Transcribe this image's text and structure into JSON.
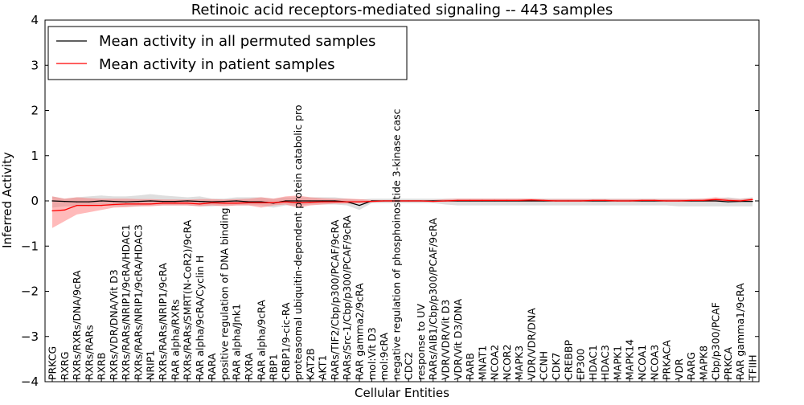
{
  "chart_data": {
    "type": "line",
    "title": "Retinoic acid receptors-mediated signaling -- 443 samples",
    "xlabel": "Cellular Entities",
    "ylabel": "Inferred Activity",
    "ylim": [
      -4,
      4
    ],
    "yticks": [
      "−4",
      "−3",
      "−2",
      "−1",
      "0",
      "1",
      "2",
      "3",
      "4"
    ],
    "grid": false,
    "legend_placement": "top-left",
    "categories": [
      "PRKCG",
      "RXRG",
      "RXRs/RXRs/DNA/9cRA",
      "RXRs/RARs",
      "RXRB",
      "RXRs/VDR/DNA/Vit D3",
      "RXRs/RARs/NRIP1/9cRA/HDAC1",
      "RXRs/RARs/NRIP1/9cRA/HDAC3",
      "NRIP1",
      "RXRs/RARs/NRIP1/9cRA",
      "RAR alpha/RXRs",
      "RXRs/RARs/SMRT(N-CoR2)/9cRA",
      "RAR alpha/9cRA/Cyclin H",
      "RARA",
      "positive regulation of DNA binding",
      "RAR alpha/Jnk1",
      "RXRA",
      "RAR alpha/9cRA",
      "RBP1",
      "CRBP1/9-cic-RA",
      "proteasomal ubiquitin-dependent protein catabolic pro",
      "KAT2B",
      "AKT1",
      "RARs/TIF2/Cbp/p300/PCAF/9cRA",
      "RARs/Src-1/Cbp/p300/PCAF/9cRA",
      "RAR gamma2/9cRA",
      "mol:Vit D3",
      "mol:9cRA",
      "negative regulation of phosphoinositide 3-kinase casc",
      "CDC2",
      "response to UV",
      "RARs/AIB1/Cbp/p300/PCAF/9cRA",
      "VDR/VDR/Vit D3",
      "VDR/Vit D3/DNA",
      "RARB",
      "MNAT1",
      "NCOA2",
      "NCOR2",
      "MAPK3",
      "VDR/VDR/DNA",
      "CCNH",
      "CDK7",
      "CREBBP",
      "EP300",
      "HDAC1",
      "HDAC3",
      "MAPK1",
      "MAPK14",
      "NCOA1",
      "NCOA3",
      "PRKACA",
      "VDR",
      "RARG",
      "MAPK8",
      "Cbp/p300/PCAF",
      "PRKCA",
      "RAR gamma1/9cRA",
      "TFIIH"
    ],
    "series": [
      {
        "name": "Mean activity in all permuted samples",
        "color": "#000000",
        "values": [
          0.0,
          -0.01,
          -0.02,
          -0.02,
          0.0,
          -0.01,
          -0.02,
          -0.01,
          0.0,
          -0.01,
          -0.01,
          0.0,
          -0.01,
          -0.02,
          -0.01,
          0.0,
          -0.02,
          -0.02,
          -0.05,
          0.0,
          0.0,
          0.0,
          0.0,
          0.0,
          -0.02,
          -0.1,
          0.0,
          0.0,
          0.0,
          0.0,
          0.0,
          0.0,
          0.0,
          0.0,
          0.0,
          0.0,
          0.0,
          0.0,
          0.0,
          0.0,
          0.0,
          0.0,
          0.0,
          0.0,
          0.0,
          0.0,
          0.0,
          0.0,
          0.0,
          0.0,
          0.0,
          0.0,
          0.0,
          0.0,
          0.0,
          -0.02,
          -0.01,
          -0.01
        ],
        "band_low": [
          -0.15,
          -0.12,
          -0.12,
          -0.12,
          -0.1,
          -0.12,
          -0.12,
          -0.12,
          -0.1,
          -0.1,
          -0.1,
          -0.1,
          -0.12,
          -0.12,
          -0.1,
          -0.1,
          -0.1,
          -0.1,
          -0.15,
          -0.1,
          -0.1,
          -0.08,
          -0.08,
          -0.08,
          -0.1,
          -0.2,
          -0.05,
          -0.05,
          -0.05,
          -0.05,
          -0.05,
          -0.05,
          -0.08,
          -0.1,
          -0.1,
          -0.1,
          -0.1,
          -0.1,
          -0.1,
          -0.1,
          -0.1,
          -0.1,
          -0.1,
          -0.1,
          -0.1,
          -0.1,
          -0.1,
          -0.1,
          -0.1,
          -0.1,
          -0.1,
          -0.12,
          -0.12,
          -0.12,
          -0.12,
          -0.12,
          -0.12,
          -0.12
        ],
        "band_high": [
          0.1,
          0.05,
          0.08,
          0.1,
          0.12,
          0.1,
          0.1,
          0.12,
          0.15,
          0.12,
          0.1,
          0.08,
          0.1,
          0.05,
          0.05,
          0.08,
          0.08,
          0.08,
          0.05,
          0.08,
          0.08,
          0.08,
          0.08,
          0.08,
          0.05,
          0.03,
          0.05,
          0.05,
          0.05,
          0.05,
          0.05,
          0.05,
          0.05,
          0.05,
          0.05,
          0.05,
          0.05,
          0.05,
          0.05,
          0.05,
          0.05,
          0.05,
          0.05,
          0.05,
          0.05,
          0.05,
          0.05,
          0.05,
          0.05,
          0.05,
          0.05,
          0.05,
          0.05,
          0.05,
          0.05,
          0.08,
          0.05,
          0.08
        ]
      },
      {
        "name": "Mean activity in patient samples",
        "color": "#ff0000",
        "values": [
          -0.22,
          -0.2,
          -0.1,
          -0.1,
          -0.1,
          -0.08,
          -0.07,
          -0.07,
          -0.07,
          -0.05,
          -0.05,
          -0.05,
          -0.07,
          -0.04,
          -0.05,
          -0.05,
          -0.04,
          -0.04,
          -0.04,
          -0.02,
          -0.04,
          -0.03,
          -0.02,
          -0.02,
          -0.02,
          -0.02,
          -0.01,
          0.0,
          0.0,
          0.0,
          0.0,
          -0.01,
          0.0,
          0.01,
          0.01,
          0.01,
          0.01,
          0.01,
          0.01,
          0.02,
          0.01,
          0.0,
          0.0,
          0.0,
          0.01,
          0.01,
          0.0,
          0.0,
          0.01,
          0.01,
          0.0,
          0.0,
          0.01,
          0.01,
          0.03,
          0.01,
          0.0,
          0.03
        ],
        "band_low": [
          -0.6,
          -0.45,
          -0.3,
          -0.25,
          -0.2,
          -0.15,
          -0.14,
          -0.12,
          -0.12,
          -0.1,
          -0.1,
          -0.1,
          -0.12,
          -0.1,
          -0.12,
          -0.1,
          -0.1,
          -0.15,
          -0.1,
          -0.08,
          -0.15,
          -0.1,
          -0.08,
          -0.06,
          -0.06,
          -0.05,
          -0.03,
          -0.02,
          -0.02,
          -0.02,
          -0.02,
          -0.02,
          -0.02,
          -0.02,
          -0.02,
          -0.02,
          -0.02,
          -0.02,
          -0.02,
          -0.02,
          -0.02,
          -0.02,
          -0.02,
          -0.02,
          -0.02,
          -0.02,
          -0.02,
          -0.02,
          -0.02,
          -0.02,
          -0.02,
          -0.02,
          -0.02,
          -0.02,
          -0.02,
          -0.02,
          -0.02,
          -0.01
        ],
        "band_high": [
          0.1,
          0.05,
          0.08,
          0.06,
          0.05,
          0.05,
          0.05,
          0.04,
          0.04,
          0.03,
          0.03,
          0.03,
          0.04,
          0.04,
          0.03,
          0.04,
          0.05,
          0.08,
          0.05,
          0.1,
          0.12,
          0.08,
          0.06,
          0.05,
          0.05,
          0.04,
          0.02,
          0.02,
          0.02,
          0.02,
          0.02,
          0.02,
          0.04,
          0.05,
          0.05,
          0.05,
          0.05,
          0.05,
          0.05,
          0.05,
          0.04,
          0.04,
          0.04,
          0.04,
          0.04,
          0.04,
          0.04,
          0.04,
          0.04,
          0.04,
          0.04,
          0.04,
          0.04,
          0.05,
          0.08,
          0.05,
          0.04,
          0.06
        ]
      }
    ]
  }
}
